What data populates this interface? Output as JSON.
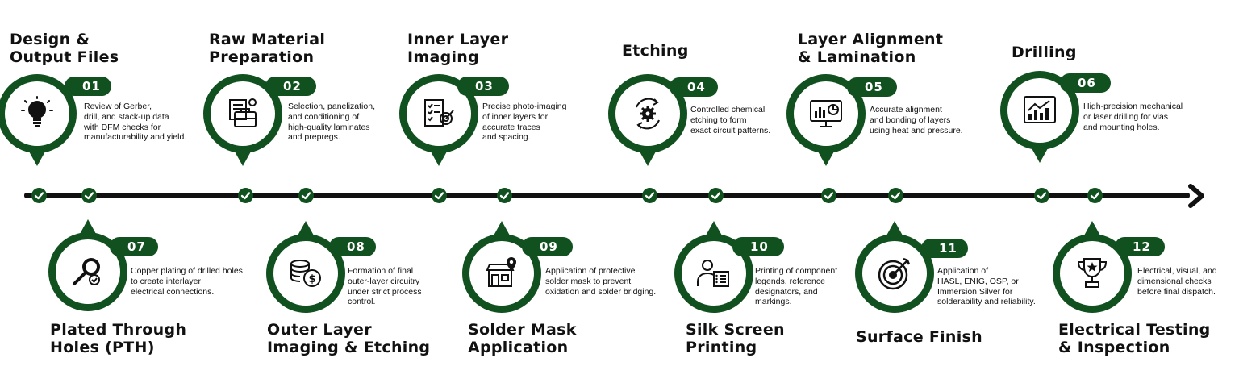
{
  "steps": [
    {
      "num": "01",
      "title": "Design &\nOutput Files",
      "desc": "Review of Gerber,\ndrill, and stack-up data\nwith DFM checks for\nmanufacturability and yield.",
      "icon": "lightbulb-icon"
    },
    {
      "num": "02",
      "title": "Raw Material\nPreparation",
      "desc": "Selection, panelization,\nand conditioning of\nhigh-quality laminates\nand prepregs.",
      "icon": "briefcase-icon"
    },
    {
      "num": "03",
      "title": "Inner Layer\nImaging",
      "desc": "Precise photo-imaging\nof inner layers for\naccurate traces\nand spacing.",
      "icon": "checklist-target-icon"
    },
    {
      "num": "04",
      "title": "Etching",
      "desc": "Controlled chemical\netching to form\nexact circuit patterns.",
      "icon": "gear-cycle-icon"
    },
    {
      "num": "05",
      "title": "Layer Alignment\n& Lamination",
      "desc": "Accurate alignment\nand bonding of layers\nusing heat and pressure.",
      "icon": "monitor-chart-icon"
    },
    {
      "num": "06",
      "title": "Drilling",
      "desc": "High-precision mechanical\nor laser drilling for vias\nand mounting holes.",
      "icon": "bar-chart-icon"
    },
    {
      "num": "07",
      "title": "Plated Through\nHoles (PTH)",
      "desc": "Copper plating of drilled holes\nto create interlayer\nelectrical connections.",
      "icon": "magnifier-check-icon"
    },
    {
      "num": "08",
      "title": "Outer Layer\nImaging & Etching",
      "desc": "Formation of final\nouter-layer circuitry\nunder strict process\ncontrol.",
      "icon": "coins-icon"
    },
    {
      "num": "09",
      "title": "Solder Mask\nApplication",
      "desc": "Application of protective\nsolder mask to prevent\noxidation and solder bridging.",
      "icon": "store-location-icon"
    },
    {
      "num": "10",
      "title": "Silk Screen\nPrinting",
      "desc": "Printing of component\nlegends, reference\ndesignators, and\nmarkings.",
      "icon": "person-list-icon"
    },
    {
      "num": "11",
      "title": "Surface Finish",
      "desc": "Application of\nHASL, ENIG, OSP, or\nImmersion Silver for\nsolderability and reliability.",
      "icon": "target-icon"
    },
    {
      "num": "12",
      "title": "Electrical Testing\n& Inspection",
      "desc": "Electrical, visual, and\ndimensional checks\nbefore final dispatch.",
      "icon": "trophy-icon"
    }
  ],
  "colors": {
    "accent": "#11501f",
    "line": "#111111"
  }
}
